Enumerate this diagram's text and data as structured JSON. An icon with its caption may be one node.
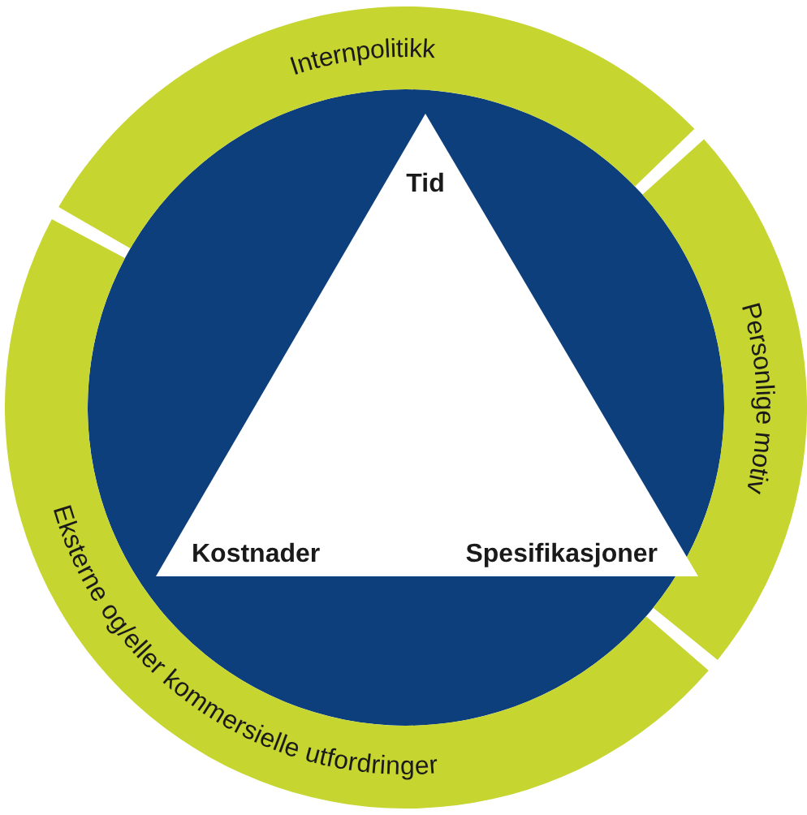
{
  "diagram": {
    "nodes": [
      {
        "text": [
          "Internpolitikk"
        ]
      },
      {
        "text": [
          "Personlige motiv"
        ]
      },
      {
        "text": [
          "Eksterne og/eller kommersielle utfordringer"
        ]
      },
      {
        "text": [
          "Tid",
          "Kostnader",
          "Spesifikasjoner"
        ]
      }
    ]
  }
}
